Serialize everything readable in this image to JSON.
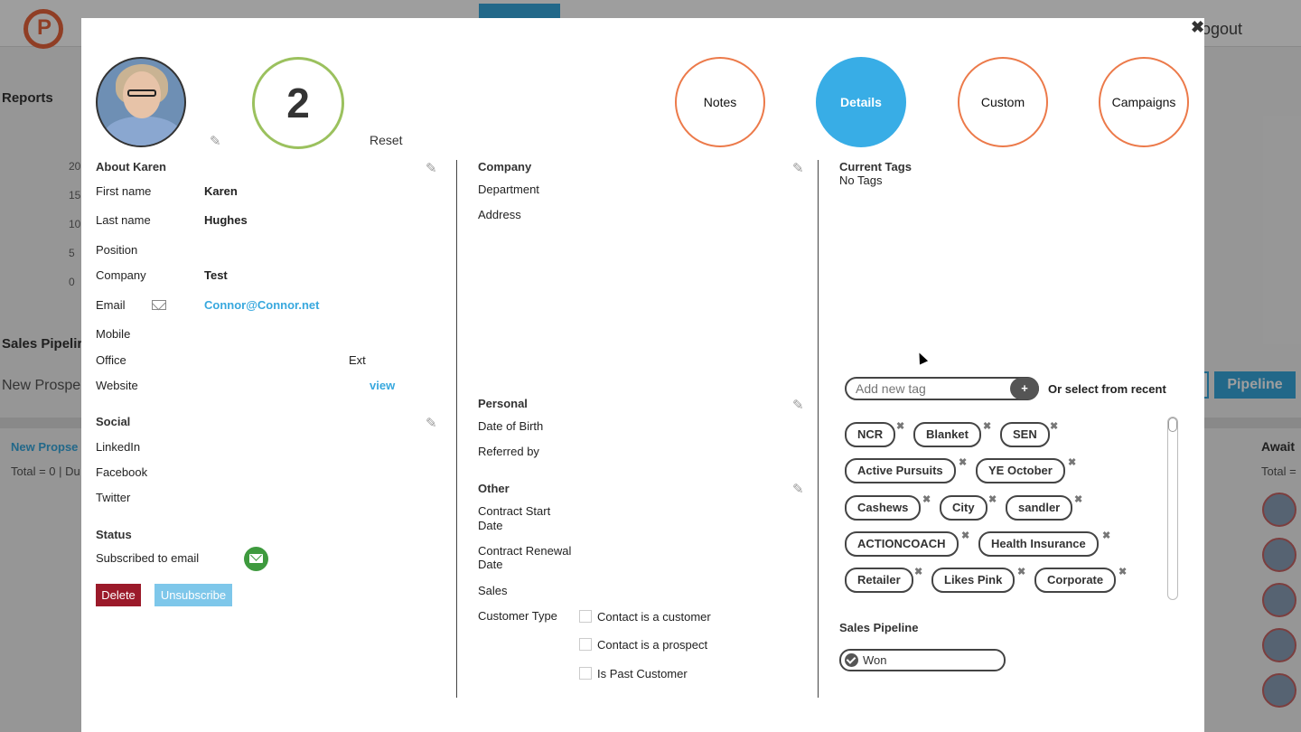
{
  "background": {
    "logout": "ogout",
    "reports": "Reports",
    "y_ticks": [
      "20",
      "15",
      "10",
      "5",
      "0"
    ],
    "sales_pipeline": "Sales Pipelir",
    "new_prospect": "New Prospe",
    "new_prospect_col": "New Propse",
    "total": "Total = 0 | Du",
    "pipeline_button": "Pipeline",
    "awaiting": "Await",
    "total_right": "Total ="
  },
  "modal": {
    "score": "2",
    "reset": "Reset",
    "tabs": [
      {
        "label": "Notes",
        "active": false
      },
      {
        "label": "Details",
        "active": true
      },
      {
        "label": "Custom",
        "active": false
      },
      {
        "label": "Campaigns",
        "active": false
      }
    ],
    "about": {
      "title": "About Karen",
      "first_name_label": "First name",
      "first_name": "Karen",
      "last_name_label": "Last name",
      "last_name": "Hughes",
      "position_label": "Position",
      "company_label": "Company",
      "company": "Test",
      "email_label": "Email",
      "email": "Connor@Connor.net",
      "mobile_label": "Mobile",
      "office_label": "Office",
      "ext_label": "Ext",
      "website_label": "Website",
      "website_link": "view"
    },
    "social": {
      "title": "Social",
      "linkedin": "LinkedIn",
      "facebook": "Facebook",
      "twitter": "Twitter"
    },
    "status": {
      "title": "Status",
      "subscribed": "Subscribed to email",
      "delete": "Delete",
      "unsubscribe": "Unsubscribe"
    },
    "company_section": {
      "title": "Company",
      "department": "Department",
      "address": "Address"
    },
    "personal": {
      "title": "Personal",
      "dob": "Date of Birth",
      "referred_by": "Referred by"
    },
    "other": {
      "title": "Other",
      "contract_start_1": "Contract Start",
      "contract_start_2": "Date",
      "contract_renewal_1": "Contract Renewal",
      "contract_renewal_2": "Date",
      "sales": "Sales",
      "customer_type": "Customer Type",
      "options": [
        "Contact is a customer",
        "Contact is a prospect",
        "Is Past Customer"
      ]
    },
    "tags": {
      "current_title": "Current Tags",
      "current_value": "No Tags",
      "input_placeholder": "Add new tag",
      "add_label": "+",
      "recent_label": "Or select from recent",
      "recent": [
        "NCR",
        "Blanket",
        "SEN",
        "Active Pursuits",
        "YE October",
        "Cashews",
        "City",
        "sandler",
        "ACTIONCOACH",
        "Health Insurance",
        "Retailer",
        "Likes Pink",
        "Corporate"
      ]
    },
    "sales_pipeline": {
      "title": "Sales Pipeline",
      "stage": "Won"
    }
  },
  "colors": {
    "accent": "#38ade6",
    "tab_border": "#ec7a4a",
    "score_border": "#9bc15e",
    "delete": "#9b1a2a",
    "unsubscribe": "#7ec7ea",
    "email_status": "#3e9a3e"
  }
}
